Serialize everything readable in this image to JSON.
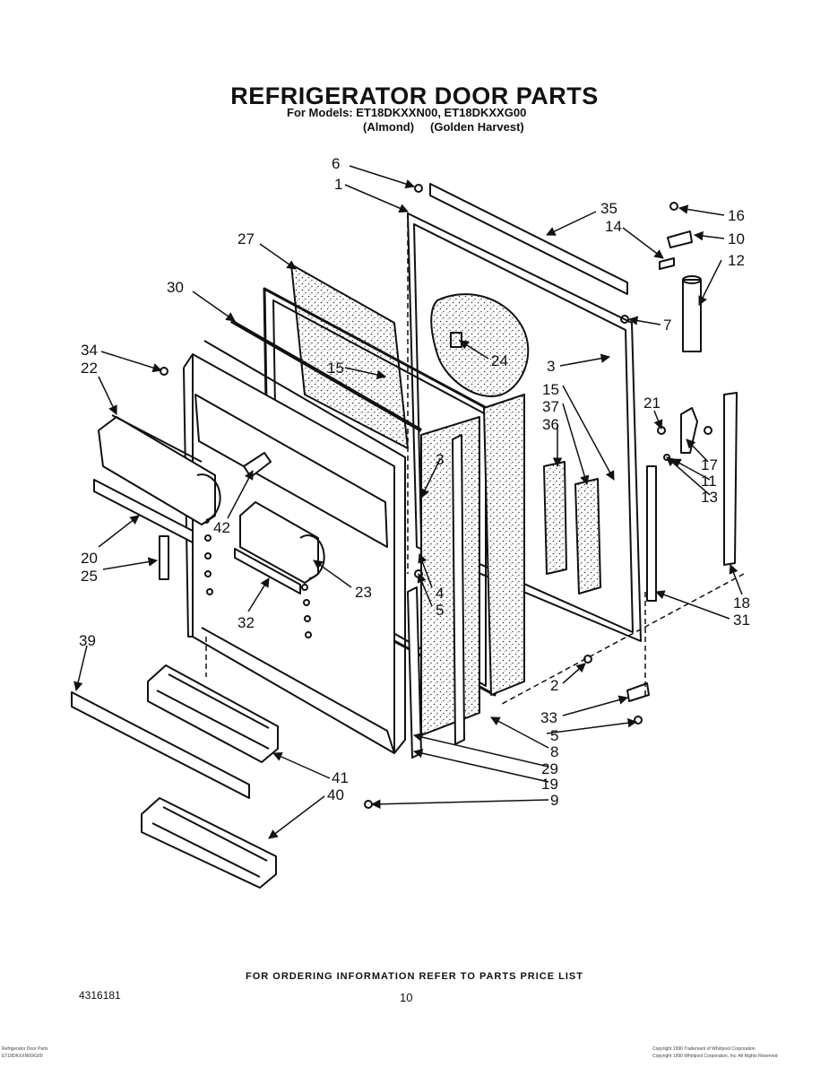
{
  "header": {
    "title": "REFRIGERATOR DOOR PARTS",
    "models": "For Models: ET18DKXXN00, ET18DKXXG00",
    "color_1": "(Almond)",
    "color_2": "(Golden Harvest)"
  },
  "footer": {
    "ordering_note": "FOR ORDERING INFORMATION REFER TO PARTS PRICE LIST",
    "doc_number": "4316181",
    "page_number": "10",
    "left_small_1": "Refrigerator Door Parts",
    "left_small_2": "ET18DKXXN00/G00",
    "right_small_1": "Copyright 1990 Trademark of Whirlpool Corporation",
    "right_small_2": "Copyright 1990 Whirlpool Corporation, Inc. All Rights Reserved"
  },
  "callouts": [
    "6",
    "1",
    "27",
    "35",
    "14",
    "16",
    "10",
    "12",
    "30",
    "7",
    "34",
    "22",
    "24",
    "15",
    "3",
    "15",
    "37",
    "36",
    "21",
    "17",
    "11",
    "13",
    "3",
    "42",
    "20",
    "25",
    "4",
    "5",
    "23",
    "32",
    "18",
    "31",
    "39",
    "2",
    "33",
    "5",
    "8",
    "29",
    "19",
    "41",
    "40",
    "9"
  ]
}
